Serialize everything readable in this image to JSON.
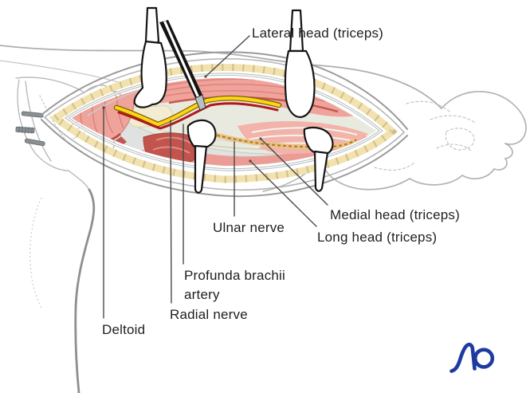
{
  "figure": {
    "type": "surgical-anatomy-illustration",
    "labels": {
      "lateral_head": "Lateral head (triceps)",
      "medial_head": "Medial head (triceps)",
      "long_head": "Long head (triceps)",
      "ulnar_nerve": "Ulnar nerve",
      "profunda_line1": "Profunda brachii",
      "profunda_line2": "artery",
      "radial_nerve": "Radial nerve",
      "deltoid": "Deltoid"
    },
    "logo": {
      "text": "AO",
      "color": "#1d3aa0"
    },
    "colors": {
      "muscle_pink": "#efa49b",
      "muscle_striation": "#d8837b",
      "muscle_deep_red": "#c1544d",
      "fat_yellow": "#f2e2af",
      "fascia_gray": "#b9bfbf",
      "bone": "#e9eadf",
      "nerve_yellow": "#ffd415",
      "artery_red": "#b2171d",
      "ulnar_orange": "#b97a1d",
      "outline_gray": "#9a9a9a",
      "label_text": "#1f1f1f"
    }
  }
}
